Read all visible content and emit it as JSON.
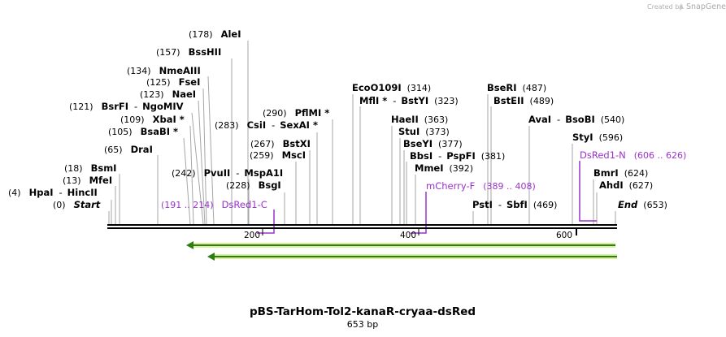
{
  "credit": {
    "prefix": "Created by",
    "brand": "SnapGene"
  },
  "title": "pBS-TarHom-Tol2-kanaR-cryaa-dsRed",
  "length_label": "653 bp",
  "colors": {
    "primer": "#9933cc",
    "feature_fill": "#d7ef9a",
    "feature_arrow": "#2f7d12",
    "backbone": "#000000"
  },
  "sequence_length": 653,
  "ticks": [
    {
      "value": 200,
      "label": "200"
    },
    {
      "value": 400,
      "label": "400"
    },
    {
      "value": 600,
      "label": "600"
    }
  ],
  "labels": [
    {
      "id": "ale1",
      "parts": [
        {
          "t": "(178)",
          "c": "num"
        },
        {
          "t": "AleI",
          "c": "ename"
        }
      ]
    },
    {
      "id": "bsshii",
      "parts": [
        {
          "t": "(157)",
          "c": "num"
        },
        {
          "t": "BssHII",
          "c": "ename"
        }
      ]
    },
    {
      "id": "nmeaiii",
      "parts": [
        {
          "t": "(134)",
          "c": "num"
        },
        {
          "t": "NmeAIII",
          "c": "ename"
        }
      ]
    },
    {
      "id": "fsei",
      "parts": [
        {
          "t": "(125)",
          "c": "num"
        },
        {
          "t": "FseI",
          "c": "ename"
        }
      ]
    },
    {
      "id": "naei",
      "parts": [
        {
          "t": "(123)",
          "c": "num"
        },
        {
          "t": "NaeI",
          "c": "ename"
        }
      ]
    },
    {
      "id": "bsrfi",
      "parts": [
        {
          "t": "(121)",
          "c": "num"
        },
        {
          "t": "BsrFI",
          "c": "ename"
        },
        {
          "t": "-",
          "c": "sep"
        },
        {
          "t": "NgoMIV",
          "c": "ename"
        }
      ]
    },
    {
      "id": "xbai",
      "parts": [
        {
          "t": "(109)",
          "c": "num"
        },
        {
          "t": "XbaI *",
          "c": "ename"
        }
      ]
    },
    {
      "id": "bsabi",
      "parts": [
        {
          "t": "(105)",
          "c": "num"
        },
        {
          "t": "BsaBI *",
          "c": "ename"
        }
      ]
    },
    {
      "id": "drai",
      "parts": [
        {
          "t": "(65)",
          "c": "num"
        },
        {
          "t": "DraI",
          "c": "ename"
        }
      ]
    },
    {
      "id": "bsmi",
      "parts": [
        {
          "t": "(18)",
          "c": "num"
        },
        {
          "t": "BsmI",
          "c": "ename"
        }
      ]
    },
    {
      "id": "mfei",
      "parts": [
        {
          "t": "(13)",
          "c": "num"
        },
        {
          "t": "MfeI",
          "c": "ename"
        }
      ]
    },
    {
      "id": "hpai",
      "parts": [
        {
          "t": "(4)",
          "c": "num"
        },
        {
          "t": "HpaI",
          "c": "ename"
        },
        {
          "t": "-",
          "c": "sep"
        },
        {
          "t": "HincII",
          "c": "ename"
        }
      ]
    },
    {
      "id": "start",
      "parts": [
        {
          "t": "(0)",
          "c": "num"
        },
        {
          "t": "Start",
          "c": "ename",
          "italic": true
        }
      ]
    },
    {
      "id": "pvuii",
      "parts": [
        {
          "t": "(242)",
          "c": "num"
        },
        {
          "t": "PvuII",
          "c": "ename"
        },
        {
          "t": "-",
          "c": "sep"
        },
        {
          "t": "MspA1I",
          "c": "ename"
        }
      ]
    },
    {
      "id": "bsgi",
      "parts": [
        {
          "t": "(228)",
          "c": "num"
        },
        {
          "t": "BsgI",
          "c": "ename"
        }
      ]
    },
    {
      "id": "dsredc",
      "parts": [
        {
          "t": "(191 .. 214)",
          "c": "pnum"
        },
        {
          "t": "DsRed1-C",
          "c": "pname"
        }
      ]
    },
    {
      "id": "csii",
      "parts": [
        {
          "t": "(283)",
          "c": "num"
        },
        {
          "t": "CsiI",
          "c": "ename"
        },
        {
          "t": "-",
          "c": "sep"
        },
        {
          "t": "SexAI *",
          "c": "ename"
        }
      ]
    },
    {
      "id": "pflmi",
      "parts": [
        {
          "t": "(290)",
          "c": "num"
        },
        {
          "t": "PflMI *",
          "c": "ename"
        }
      ]
    },
    {
      "id": "bstxi",
      "parts": [
        {
          "t": "(267)",
          "c": "num"
        },
        {
          "t": "BstXI",
          "c": "ename"
        }
      ]
    },
    {
      "id": "mscl",
      "parts": [
        {
          "t": "(259)",
          "c": "num"
        },
        {
          "t": "MscI",
          "c": "ename"
        }
      ]
    },
    {
      "id": "eco",
      "parts": [
        {
          "t": "EcoO109I",
          "c": "ename"
        },
        {
          "t": "(314)",
          "c": "num"
        }
      ]
    },
    {
      "id": "mfli",
      "parts": [
        {
          "t": "MflI *",
          "c": "ename"
        },
        {
          "t": "-",
          "c": "sep"
        },
        {
          "t": "BstYI",
          "c": "ename"
        },
        {
          "t": "(323)",
          "c": "num"
        }
      ]
    },
    {
      "id": "haeii",
      "parts": [
        {
          "t": "HaeII",
          "c": "ename"
        },
        {
          "t": "(363)",
          "c": "num"
        }
      ]
    },
    {
      "id": "stui",
      "parts": [
        {
          "t": "StuI",
          "c": "ename"
        },
        {
          "t": "(373)",
          "c": "num"
        }
      ]
    },
    {
      "id": "bseyi",
      "parts": [
        {
          "t": "BseYI",
          "c": "ename"
        },
        {
          "t": "(377)",
          "c": "num"
        }
      ]
    },
    {
      "id": "bbsi",
      "parts": [
        {
          "t": "BbsI",
          "c": "ename"
        },
        {
          "t": "-",
          "c": "sep"
        },
        {
          "t": "PspFI",
          "c": "ename"
        },
        {
          "t": "(381)",
          "c": "num"
        }
      ]
    },
    {
      "id": "mmei",
      "parts": [
        {
          "t": "MmeI",
          "c": "ename"
        },
        {
          "t": "(392)",
          "c": "num"
        }
      ]
    },
    {
      "id": "mcherry",
      "parts": [
        {
          "t": "mCherry-F",
          "c": "pname"
        },
        {
          "t": "(389 .. 408)",
          "c": "pnum"
        }
      ]
    },
    {
      "id": "bseri",
      "parts": [
        {
          "t": "BseRI",
          "c": "ename"
        },
        {
          "t": "(487)",
          "c": "num"
        }
      ]
    },
    {
      "id": "bsteii",
      "parts": [
        {
          "t": "BstEII",
          "c": "ename"
        },
        {
          "t": "(489)",
          "c": "num"
        }
      ]
    },
    {
      "id": "avai",
      "parts": [
        {
          "t": "AvaI",
          "c": "ename"
        },
        {
          "t": "-",
          "c": "sep"
        },
        {
          "t": "BsoBI",
          "c": "ename"
        },
        {
          "t": "(540)",
          "c": "num"
        }
      ]
    },
    {
      "id": "styi",
      "parts": [
        {
          "t": "StyI",
          "c": "ename"
        },
        {
          "t": "(596)",
          "c": "num"
        }
      ]
    },
    {
      "id": "dsredn",
      "parts": [
        {
          "t": "DsRed1-N",
          "c": "pname"
        },
        {
          "t": "(606 .. 626)",
          "c": "pnum"
        }
      ]
    },
    {
      "id": "bmri",
      "parts": [
        {
          "t": "BmrI",
          "c": "ename"
        },
        {
          "t": "(624)",
          "c": "num"
        }
      ]
    },
    {
      "id": "ahdi",
      "parts": [
        {
          "t": "AhdI",
          "c": "ename"
        },
        {
          "t": "(627)",
          "c": "num"
        }
      ]
    },
    {
      "id": "pstI",
      "parts": [
        {
          "t": "PstI",
          "c": "ename"
        },
        {
          "t": "-",
          "c": "sep"
        },
        {
          "t": "SbfI",
          "c": "ename"
        },
        {
          "t": "(469)",
          "c": "num"
        }
      ]
    },
    {
      "id": "end",
      "parts": [
        {
          "t": "End",
          "c": "ename",
          "italic": true
        },
        {
          "t": "(653)",
          "c": "num"
        }
      ]
    }
  ]
}
